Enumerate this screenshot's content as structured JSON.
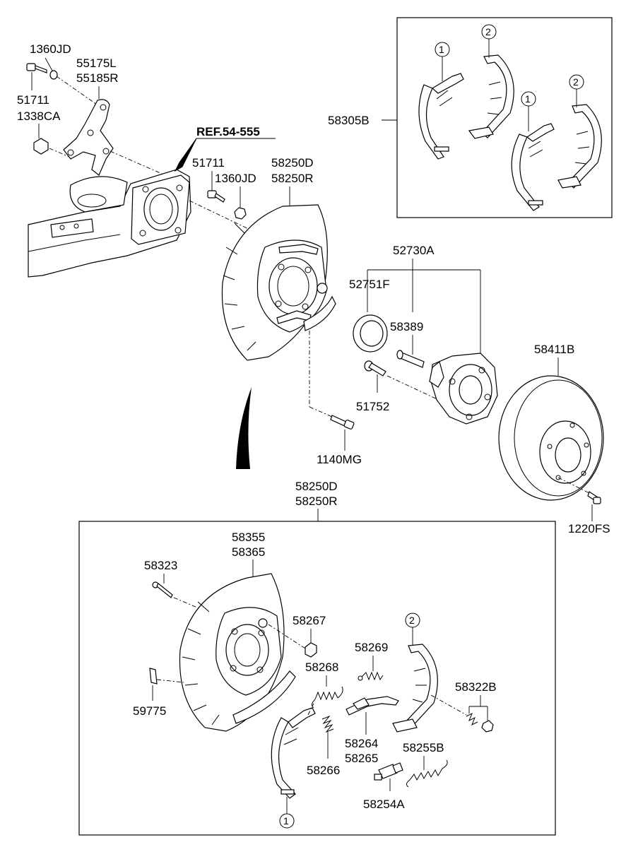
{
  "diagram": {
    "reference": "REF.54-555",
    "kit_box": {
      "part_no": "58305B",
      "callouts": [
        "1",
        "2",
        "1",
        "2"
      ]
    },
    "labels": {
      "l_1360jd_top": "1360JD",
      "l_55175l": "55175L",
      "l_55185r": "55185R",
      "l_51711_top": "51711",
      "l_1338ca": "1338CA",
      "l_51711_mid": "51711",
      "l_1360jd_mid": "1360JD",
      "l_58250d_top": "58250D",
      "l_58250r_top": "58250R",
      "l_52730a": "52730A",
      "l_52751f": "52751F",
      "l_58389": "58389",
      "l_51752": "51752",
      "l_1140mg": "1140MG",
      "l_58411b": "58411B",
      "l_1220fs": "1220FS",
      "l_58250d_low": "58250D",
      "l_58250r_low": "58250R",
      "l_58355": "58355",
      "l_58365": "58365",
      "l_58323": "58323",
      "l_58267": "58267",
      "l_58269": "58269",
      "l_58268": "58268",
      "l_58322b": "58322B",
      "l_59775": "59775",
      "l_58264": "58264",
      "l_58265": "58265",
      "l_58255b": "58255B",
      "l_58266": "58266",
      "l_58254a": "58254A"
    },
    "detail_callouts": {
      "shoe_2": "2",
      "shoe_1": "1"
    }
  }
}
